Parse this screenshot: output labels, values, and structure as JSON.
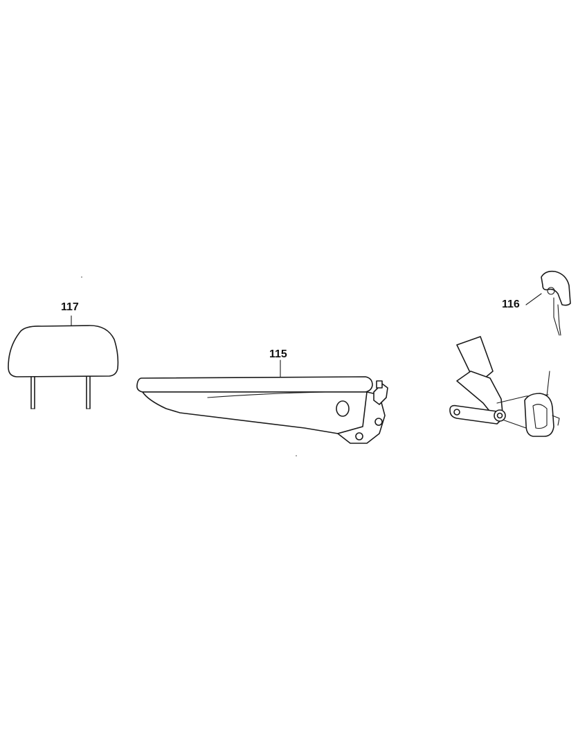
{
  "figure": {
    "labels": {
      "headrest": "117",
      "armrest": "115",
      "seatbelt": "116"
    }
  },
  "icons": {
    "headrest": "headrest-icon",
    "armrest": "armrest-icon",
    "seatbelt": "seatbelt-buckle-icon"
  },
  "colors": {
    "line": "#1a1a1a",
    "background": "#ffffff"
  }
}
